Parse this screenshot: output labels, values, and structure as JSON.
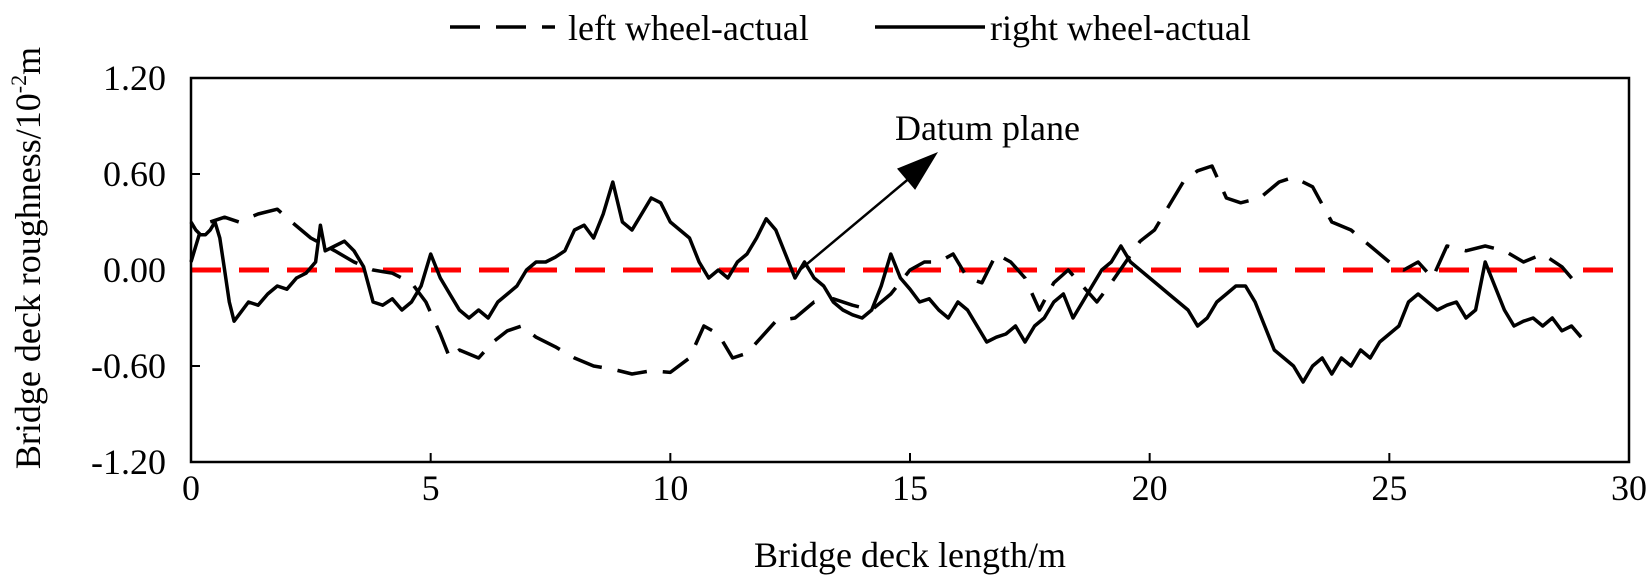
{
  "chart_data": {
    "type": "line",
    "title": "",
    "xlabel": "Bridge deck length/m",
    "ylabel_main": "Bridge deck roughness/10",
    "ylabel_exp": "-2",
    "ylabel_unit": "m",
    "xlim": [
      0,
      30
    ],
    "ylim": [
      -1.2,
      1.2
    ],
    "xticks": [
      0,
      5,
      10,
      15,
      20,
      25,
      30
    ],
    "xtick_labels": [
      "0",
      "5",
      "10",
      "15",
      "20",
      "25",
      "30"
    ],
    "yticks": [
      1.2,
      0.6,
      0,
      -0.6,
      -1.2
    ],
    "ytick_labels": [
      "1.20",
      "0.60",
      "0.00",
      "-0.60",
      "-1.20"
    ],
    "grid": false,
    "legend_position": "top",
    "annotation": "Datum plane",
    "annotation_target": {
      "x": 12.7,
      "y": 0.0
    },
    "datum": {
      "y": 0.0,
      "color": "#ff0000"
    },
    "series": [
      {
        "name": "left wheel-actual",
        "style": "dashed",
        "color": "#000000",
        "x": [
          0.0,
          0.2,
          0.4,
          0.7,
          1.0,
          1.4,
          1.8,
          2.1,
          2.5,
          3.0,
          3.4,
          3.8,
          4.2,
          4.6,
          4.9,
          5.2,
          5.4,
          5.6,
          6.0,
          6.3,
          6.6,
          6.9,
          7.2,
          7.6,
          8.0,
          8.4,
          8.8,
          9.2,
          9.6,
          10.0,
          10.4,
          10.7,
          11.0,
          11.3,
          11.6,
          11.9,
          12.2,
          12.6,
          13.0,
          13.4,
          13.8,
          14.2,
          14.6,
          15.0,
          15.3,
          15.6,
          15.9,
          16.2,
          16.5,
          16.8,
          17.1,
          17.4,
          17.7,
          18.0,
          18.3,
          18.6,
          18.9,
          19.2,
          19.5,
          19.8,
          20.1,
          20.4,
          20.7,
          21.0,
          21.3,
          21.6,
          21.9,
          22.3,
          22.7,
          23.0,
          23.4,
          23.8,
          24.2,
          24.6,
          25.0,
          25.3,
          25.6,
          25.9,
          26.2,
          26.6,
          27.0,
          27.4,
          27.8,
          28.2,
          28.6,
          29.0
        ],
        "values": [
          0.05,
          0.25,
          0.3,
          0.33,
          0.3,
          0.35,
          0.38,
          0.3,
          0.2,
          0.12,
          0.05,
          0.0,
          -0.02,
          -0.08,
          -0.2,
          -0.4,
          -0.55,
          -0.5,
          -0.55,
          -0.45,
          -0.38,
          -0.35,
          -0.42,
          -0.48,
          -0.55,
          -0.6,
          -0.62,
          -0.65,
          -0.63,
          -0.64,
          -0.55,
          -0.35,
          -0.4,
          -0.55,
          -0.52,
          -0.42,
          -0.32,
          -0.3,
          -0.2,
          -0.18,
          -0.22,
          -0.25,
          -0.15,
          0.0,
          0.05,
          0.05,
          0.1,
          -0.05,
          -0.08,
          0.1,
          0.05,
          -0.05,
          -0.25,
          -0.08,
          0.0,
          -0.1,
          -0.2,
          -0.08,
          0.05,
          0.18,
          0.25,
          0.4,
          0.55,
          0.62,
          0.65,
          0.45,
          0.42,
          0.45,
          0.55,
          0.58,
          0.52,
          0.3,
          0.25,
          0.15,
          0.05,
          0.0,
          0.05,
          -0.05,
          0.15,
          0.12,
          0.15,
          0.12,
          0.05,
          0.1,
          0.02,
          -0.12
        ]
      },
      {
        "name": "right wheel-actual",
        "style": "solid",
        "color": "#000000",
        "x": [
          0.0,
          0.1,
          0.2,
          0.3,
          0.4,
          0.5,
          0.6,
          0.7,
          0.8,
          0.9,
          1.0,
          1.2,
          1.4,
          1.6,
          1.8,
          2.0,
          2.2,
          2.4,
          2.6,
          2.7,
          2.8,
          3.0,
          3.2,
          3.4,
          3.6,
          3.8,
          4.0,
          4.2,
          4.4,
          4.6,
          4.8,
          5.0,
          5.2,
          5.4,
          5.6,
          5.8,
          6.0,
          6.2,
          6.4,
          6.6,
          6.8,
          7.0,
          7.2,
          7.4,
          7.6,
          7.8,
          8.0,
          8.2,
          8.4,
          8.6,
          8.8,
          9.0,
          9.2,
          9.4,
          9.6,
          9.8,
          10.0,
          10.2,
          10.4,
          10.6,
          10.8,
          11.0,
          11.2,
          11.4,
          11.6,
          11.8,
          12.0,
          12.2,
          12.4,
          12.6,
          12.8,
          13.0,
          13.2,
          13.4,
          13.6,
          13.8,
          14.0,
          14.2,
          14.4,
          14.6,
          14.8,
          15.0,
          15.2,
          15.4,
          15.6,
          15.8,
          16.0,
          16.2,
          16.4,
          16.6,
          16.8,
          17.0,
          17.2,
          17.4,
          17.6,
          17.8,
          18.0,
          18.2,
          18.4,
          18.6,
          18.8,
          19.0,
          19.2,
          19.4,
          19.6,
          19.8,
          20.0,
          20.2,
          20.4,
          20.6,
          20.8,
          21.0,
          21.2,
          21.4,
          21.6,
          21.8,
          22.0,
          22.2,
          22.4,
          22.6,
          22.8,
          23.0,
          23.2,
          23.4,
          23.6,
          23.8,
          24.0,
          24.2,
          24.4,
          24.6,
          24.8,
          25.0,
          25.2,
          25.4,
          25.6,
          25.8,
          26.0,
          26.2,
          26.4,
          26.6,
          26.8,
          27.0,
          27.2,
          27.4,
          27.6,
          27.8,
          28.0,
          28.2,
          28.4,
          28.6,
          28.8,
          29.0
        ],
        "values": [
          0.3,
          0.25,
          0.22,
          0.22,
          0.25,
          0.3,
          0.2,
          0.0,
          -0.2,
          -0.32,
          -0.28,
          -0.2,
          -0.22,
          -0.15,
          -0.1,
          -0.12,
          -0.05,
          -0.02,
          0.05,
          0.28,
          0.12,
          0.15,
          0.18,
          0.12,
          0.02,
          -0.2,
          -0.22,
          -0.18,
          -0.25,
          -0.2,
          -0.1,
          0.1,
          -0.05,
          -0.15,
          -0.25,
          -0.3,
          -0.25,
          -0.3,
          -0.2,
          -0.15,
          -0.1,
          0.0,
          0.05,
          0.05,
          0.08,
          0.12,
          0.25,
          0.28,
          0.2,
          0.35,
          0.55,
          0.3,
          0.25,
          0.35,
          0.45,
          0.42,
          0.3,
          0.25,
          0.2,
          0.05,
          -0.05,
          0.0,
          -0.05,
          0.05,
          0.1,
          0.2,
          0.32,
          0.25,
          0.1,
          -0.05,
          0.05,
          -0.05,
          -0.1,
          -0.2,
          -0.25,
          -0.28,
          -0.3,
          -0.25,
          -0.1,
          0.1,
          -0.05,
          -0.12,
          -0.2,
          -0.18,
          -0.25,
          -0.3,
          -0.2,
          -0.25,
          -0.35,
          -0.45,
          -0.42,
          -0.4,
          -0.35,
          -0.45,
          -0.35,
          -0.3,
          -0.2,
          -0.15,
          -0.3,
          -0.2,
          -0.1,
          0.0,
          0.05,
          0.15,
          0.05,
          0.0,
          -0.05,
          -0.1,
          -0.15,
          -0.2,
          -0.25,
          -0.35,
          -0.3,
          -0.2,
          -0.15,
          -0.1,
          -0.1,
          -0.2,
          -0.35,
          -0.5,
          -0.55,
          -0.6,
          -0.7,
          -0.6,
          -0.55,
          -0.65,
          -0.55,
          -0.6,
          -0.5,
          -0.55,
          -0.45,
          -0.4,
          -0.35,
          -0.2,
          -0.15,
          -0.2,
          -0.25,
          -0.22,
          -0.2,
          -0.3,
          -0.25,
          0.05,
          -0.1,
          -0.25,
          -0.35,
          -0.32,
          -0.3,
          -0.35,
          -0.3,
          -0.38,
          -0.35,
          -0.42
        ]
      }
    ]
  }
}
